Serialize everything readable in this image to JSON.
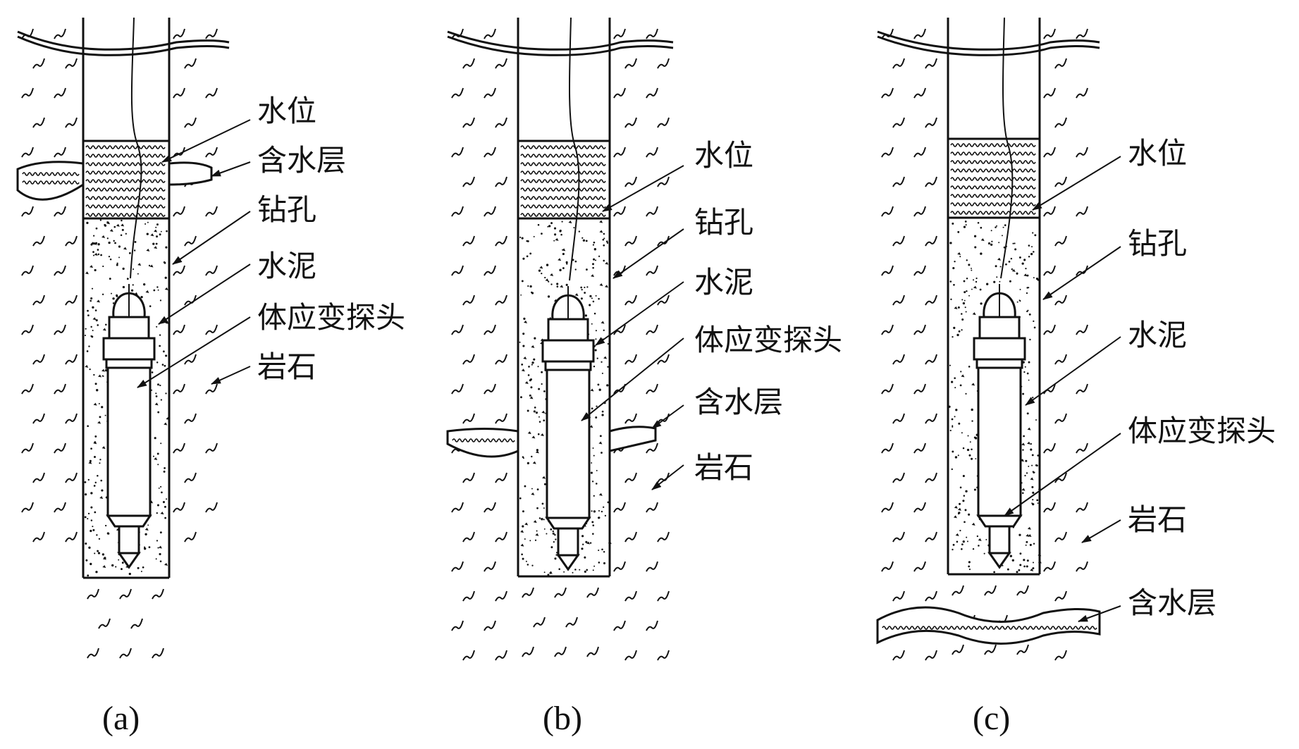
{
  "figure": {
    "panels": [
      {
        "id": "a",
        "caption": "(a)",
        "labels": {
          "water_level": "水位",
          "aquifer": "含水层",
          "borehole": "钻孔",
          "cement": "水泥",
          "probe": "体应变探头",
          "rock": "岩石"
        }
      },
      {
        "id": "b",
        "caption": "(b)",
        "labels": {
          "water_level": "水位",
          "borehole": "钻孔",
          "cement": "水泥",
          "probe": "体应变探头",
          "aquifer": "含水层",
          "rock": "岩石"
        }
      },
      {
        "id": "c",
        "caption": "(c)",
        "labels": {
          "water_level": "水位",
          "borehole": "钻孔",
          "cement": "水泥",
          "probe": "体应变探头",
          "rock": "岩石",
          "aquifer": "含水层"
        }
      }
    ],
    "colors": {
      "ink": "#111111",
      "background": "#ffffff"
    }
  }
}
